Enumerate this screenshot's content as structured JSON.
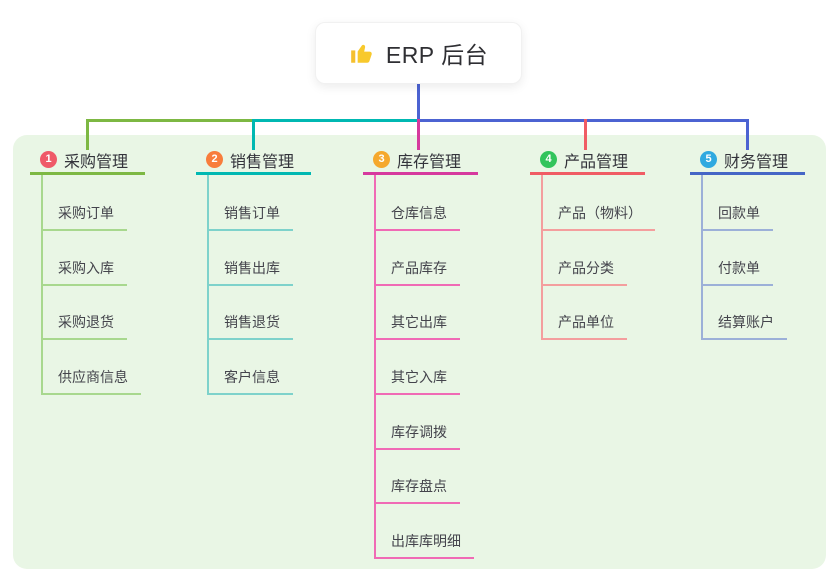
{
  "root": {
    "title": "ERP 后台",
    "icon": "thumbs-up"
  },
  "colors": {
    "panel_bg": "#e9f6e5",
    "trunk": "#4c63d2",
    "segment_left_green": "#7db843",
    "segment_mid_teal": "#00b8b2",
    "segment_right_blue": "#4c63d2"
  },
  "branches": [
    {
      "badge": "1",
      "label": "采购管理",
      "badge_color": "#ef5968",
      "line_color": "#7db843",
      "item_line_color": "#a8d88e",
      "drop_color": "#7db843",
      "items": [
        "采购订单",
        "采购入库",
        "采购退货",
        "供应商信息"
      ]
    },
    {
      "badge": "2",
      "label": "销售管理",
      "badge_color": "#f87d3c",
      "line_color": "#00b8b2",
      "item_line_color": "#7ed2cb",
      "drop_color": "#00b8b2",
      "items": [
        "销售订单",
        "销售出库",
        "销售退货",
        "客户信息"
      ]
    },
    {
      "badge": "3",
      "label": "库存管理",
      "badge_color": "#f5a82d",
      "line_color": "#d6399e",
      "item_line_color": "#f06ab5",
      "drop_color": "#d6399e",
      "items": [
        "仓库信息",
        "产品库存",
        "其它出库",
        "其它入库",
        "库存调拨",
        "库存盘点",
        "出库库明细"
      ]
    },
    {
      "badge": "4",
      "label": "产品管理",
      "badge_color": "#32c45c",
      "line_color": "#f05c64",
      "item_line_color": "#f49e9e",
      "drop_color": "#f05c64",
      "items": [
        "产品（物料）",
        "产品分类",
        "产品单位"
      ]
    },
    {
      "badge": "5",
      "label": "财务管理",
      "badge_color": "#2fa9e0",
      "line_color": "#4566c6",
      "item_line_color": "#9cb0d8",
      "drop_color": "#4c63d2",
      "items": [
        "回款单",
        "付款单",
        "结算账户"
      ]
    }
  ]
}
